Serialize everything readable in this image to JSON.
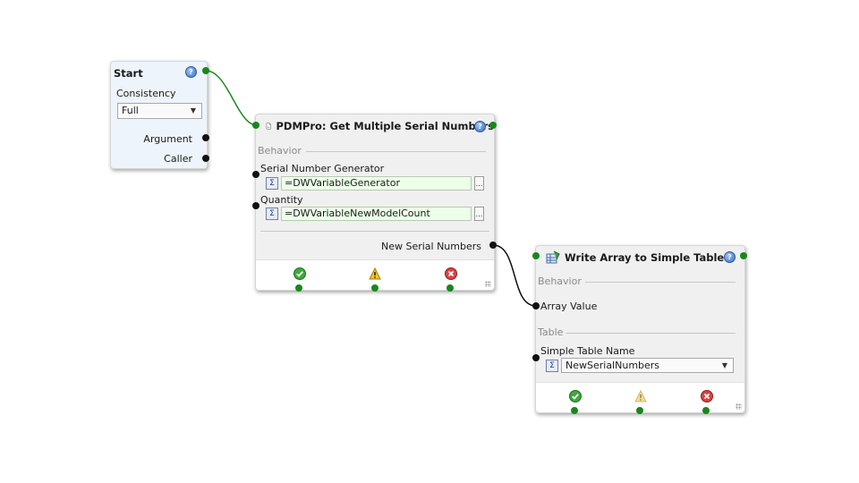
{
  "start_node": {
    "title": "Start",
    "consistency_label": "Consistency",
    "consistency_value": "Full",
    "argument_label": "Argument",
    "caller_label": "Caller"
  },
  "pdm_node": {
    "title": "PDMPro: Get Multiple Serial Numbers",
    "section_behavior": "Behavior",
    "generator_label": "Serial Number Generator",
    "generator_value": "=DWVariableGenerator",
    "quantity_label": "Quantity",
    "quantity_value": "=DWVariableNewModelCount",
    "output_label": "New Serial Numbers",
    "browse_label": "..."
  },
  "write_node": {
    "title": "Write Array to Simple Table",
    "section_behavior": "Behavior",
    "array_label": "Array Value",
    "section_table": "Table",
    "table_name_label": "Simple Table Name",
    "table_name_value": "NewSerialNumbers"
  },
  "common": {
    "sigma": "Σ",
    "help": "?"
  },
  "colors": {
    "port_green": "#17881b",
    "port_black": "#111111",
    "field_green": "#ecffe8",
    "wire_green": "#1e8a1e"
  }
}
